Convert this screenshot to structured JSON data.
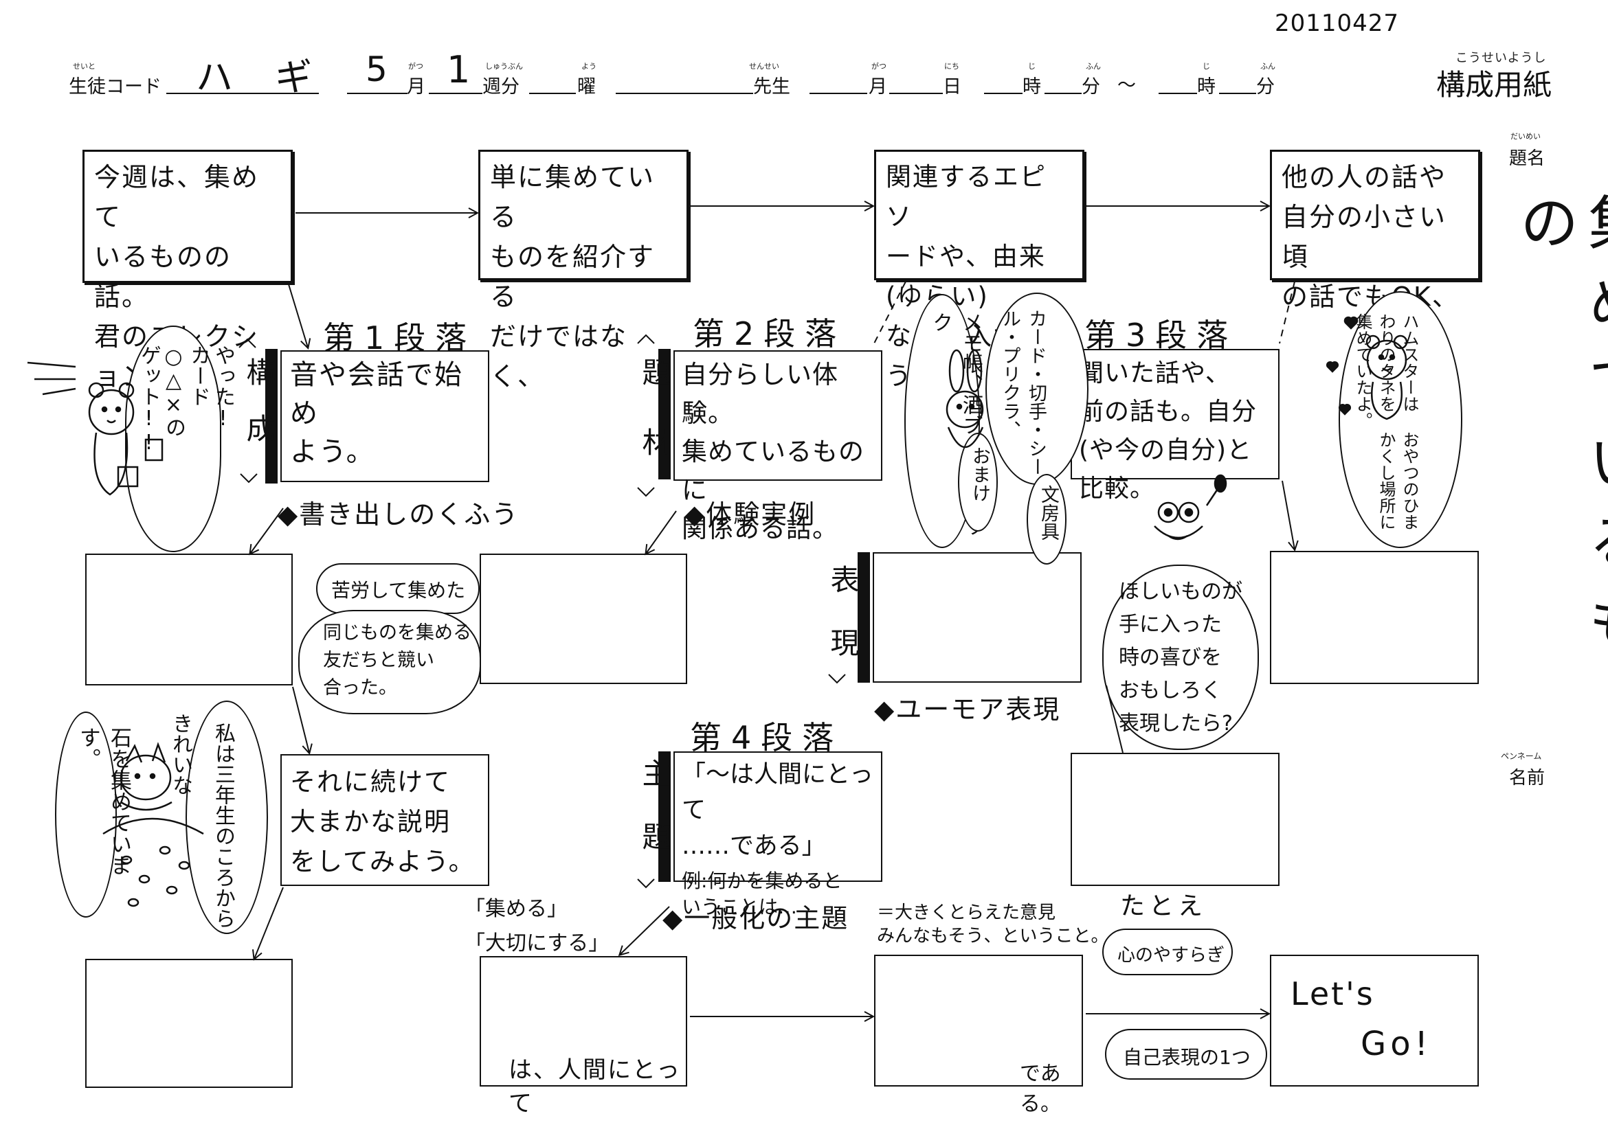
{
  "date": "20110427",
  "header": {
    "student_code_ruby": "せいと",
    "student_code_label": "生徒コード",
    "student_code_value": "ハ ギ",
    "month_value": "5",
    "month_ruby": "がつ",
    "month_label": "月",
    "week_value": "1",
    "week_ruby": "しゅうぶん",
    "week_label": "週分",
    "dow_ruby": "よう",
    "dow_label": "曜",
    "teacher_ruby": "せんせい",
    "teacher_label": "先生",
    "m2_ruby": "がつ",
    "m2_label": "月",
    "day_ruby": "にち",
    "day_label": "日",
    "hour_ruby": "じ",
    "hour_label": "時",
    "min_ruby": "ふん",
    "min_label": "分",
    "tilde": "～",
    "hour2_ruby": "じ",
    "hour2_label": "時",
    "min2_ruby": "ふん",
    "min2_label": "分",
    "form_ruby": "こうせいようし",
    "form_title": "構成用紙"
  },
  "side": {
    "title_ruby": "だいめい",
    "title_label": "題名",
    "title_text": "集めているもの",
    "pen_ruby": "ペンネーム",
    "pen_label": "名前"
  },
  "top_boxes": [
    "今週は、集めて\nいるものの話。\n君のコレクションは?",
    "単に集めている\nものを紹介する\nだけではなく、",
    "関連するエピソ\nードや、由来(ゆらい)\nなども入れよう。",
    "他の人の話や\n自分の小さい頃\nの話でもOK、"
  ],
  "paragraphs": {
    "p1": "第1段落",
    "p2": "第2段落",
    "p3": "第3段落",
    "p4": "第4段落"
  },
  "side_labels": {
    "kousei": "構成",
    "daizai": "題材",
    "hyougen": "表現",
    "shudai": "主題"
  },
  "guide_boxes": {
    "g1": "音や会話で始め\nよう。",
    "g2": "自分らしい体験。\n集めているものに\n関係ある話。",
    "g3": "聞いた話や、\n前の話も。自分\n(や今の自分)と比較。",
    "g4a": "「～は人間にとって\n……である」",
    "g4b": "例:何かを集めると\nいうことは…"
  },
  "tags": {
    "t1": "◆書き出しのくふう",
    "t2": "◆体験実例",
    "t3": "◆ユーモア表現",
    "t4": "◆一般化の主題"
  },
  "notes": {
    "explain": "それに続けて\n大まかな説明\nをしてみよう。",
    "atsumeru": "「集める」",
    "taisetsu": "「大切にする」",
    "opinion": "＝大きくとらえた意見\nみんなもそう、ということ。",
    "tatoe": "たとえ",
    "wa_ningen": "は、人間にとって",
    "dearu": "である。",
    "lets": "Let's",
    "go": "Go!"
  },
  "bubbles": {
    "yatta": "やった!\nカード\n○△×の\nゲット!!",
    "kurou": "苦労して集めた",
    "onaji": "同じものを集める\n友だちと競い\n合った。",
    "ishi": "石を集めています。",
    "watashi": "私は三年生のころから",
    "kirei": "きれいな",
    "memo": "メモ帳、酒ブタ、ブロック",
    "card": "カード・切手・シール・プリクラ、",
    "omake": "おまけ",
    "bunbougu": "文房具",
    "hoshii": "ほしいものが\n手に入った\n時の喜びを\nおもしろく\n表現したら?",
    "hamster": "ハムスターは\nおやつのひまわりのタネを\nかくし場所に\n集めていたよ。",
    "kokoro": "心のやすらぎ",
    "jiko": "自己表現の1つ"
  }
}
